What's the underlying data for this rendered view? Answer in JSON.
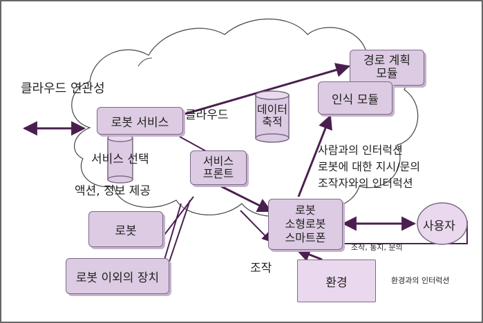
{
  "nodes": {
    "cloud_title": "클라우드",
    "cloud_link": "클라우드 연관성",
    "robot_service": "로봇 서비스",
    "service_select": "서비스 선택",
    "action_info": "액션, 정보 제공",
    "data_store": [
      "데이터",
      "축적"
    ],
    "service_front": [
      "서비스",
      "프론트"
    ],
    "path_planning": [
      "경로 계획",
      "모듈"
    ],
    "recognition": "인식 모듈",
    "interaction_lines": [
      "사람과의 인터럭션",
      "로봇에 대한 지시/문의",
      "조작자와의 인터럭션"
    ],
    "robot_small": [
      "로봇",
      "소형로봇",
      "스마트폰"
    ],
    "user": "사용자",
    "user_ops": "조작, 통지, 문의",
    "robot": "로봇",
    "other_devices": "로봇 이외의 장치",
    "operation": "조작",
    "environment": "환경",
    "env_interaction": "환경과의 인터럭션"
  },
  "colors": {
    "box_fill": "#dccbe2",
    "box_border": "#7a6a86",
    "arrow": "#4a1f4f",
    "cloud_stroke": "#444444"
  }
}
